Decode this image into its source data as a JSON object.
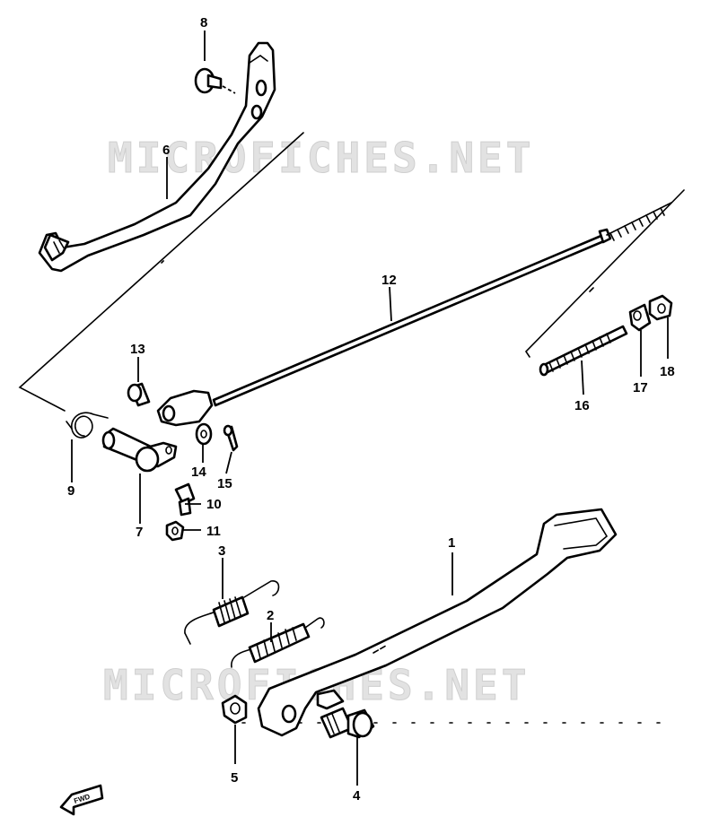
{
  "watermark": "MICROFICHES.NET",
  "fwd_label": "FWD",
  "callouts": {
    "p1": "1",
    "p2": "2",
    "p3": "3",
    "p4": "4",
    "p5": "5",
    "p6": "6",
    "p7": "7",
    "p8": "8",
    "p9": "9",
    "p10": "10",
    "p11": "11",
    "p12": "12",
    "p13": "13",
    "p14": "14",
    "p15": "15",
    "p16": "16",
    "p17": "17",
    "p18": "18"
  },
  "colors": {
    "ink": "#000000",
    "watermark": "#e2e2e2",
    "background": "#ffffff"
  }
}
